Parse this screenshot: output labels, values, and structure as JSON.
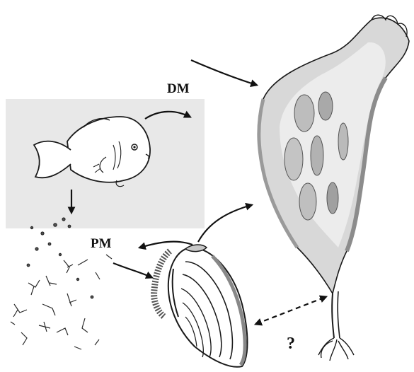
{
  "labels": {
    "dm": "DM",
    "pm": "PM",
    "question": "?"
  },
  "colors": {
    "panel": "#e8e8e8",
    "ink": "#1a1a1a",
    "shade": "#9a9a9a",
    "light_shade": "#c8c8c8"
  },
  "icons": {
    "fish": "fish-illustration",
    "mussel": "mussel-illustration",
    "seaweed": "kelp-illustration",
    "particles": "particulate-matter-illustration"
  }
}
